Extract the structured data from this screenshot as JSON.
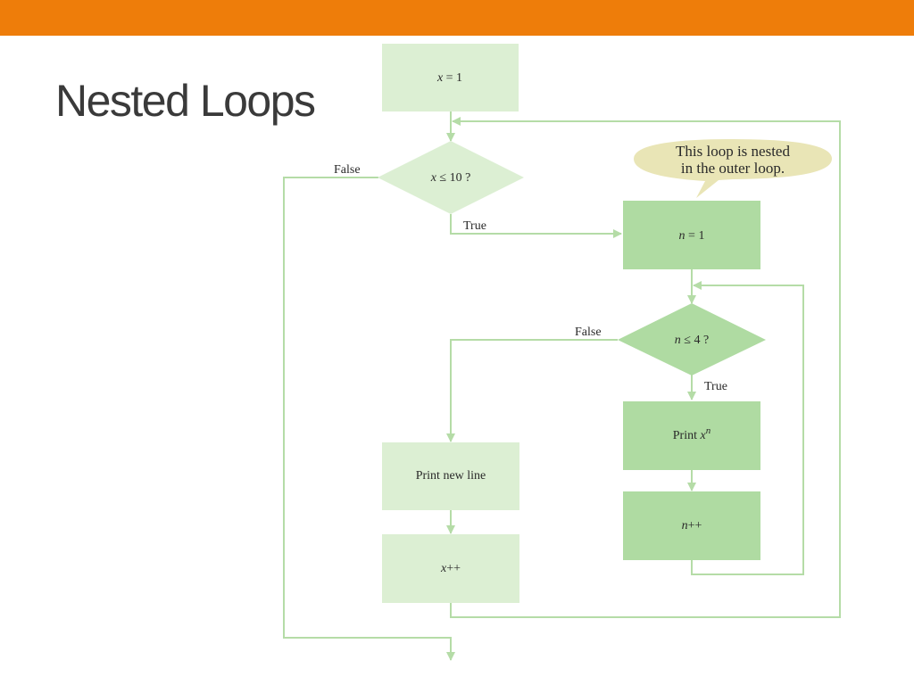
{
  "slide": {
    "title": "Nested Loops",
    "accent_color": "#ee7d0a"
  },
  "diagram": {
    "colors": {
      "light_box": "#dcefd3",
      "dark_box": "#afdba2",
      "line": "#b5dca7",
      "callout": "#e9e5b6"
    },
    "nodes": {
      "init_x": {
        "var": "x",
        "rest": " = 1"
      },
      "cond_x": {
        "var": "x",
        "rest": " ≤ 10 ?"
      },
      "init_n": {
        "var": "n",
        "rest": " = 1"
      },
      "cond_n": {
        "var": "n",
        "rest": " ≤ 4 ?"
      },
      "print_x_n": {
        "prefix": "Print ",
        "var": "x",
        "sup": "n"
      },
      "inc_n": {
        "var": "n",
        "rest": "++"
      },
      "print_new_line": {
        "text": "Print new line"
      },
      "inc_x": {
        "var": "x",
        "rest": "++"
      }
    },
    "edge_labels": {
      "outer_false": "False",
      "outer_true": "True",
      "inner_false": "False",
      "inner_true": "True"
    },
    "callout": {
      "line1": "This loop is nested",
      "line2": "in the outer loop."
    }
  }
}
